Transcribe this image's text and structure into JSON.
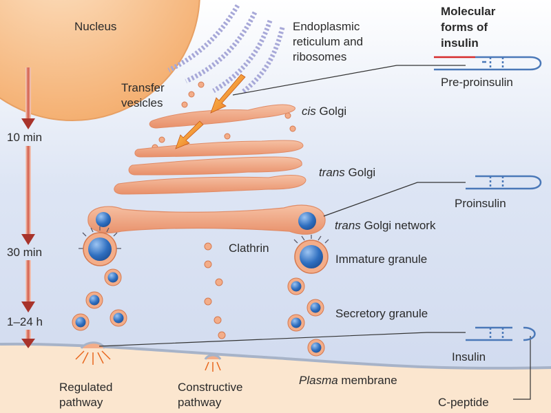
{
  "labels": {
    "nucleus": "Nucleus",
    "er_line1": "Endoplasmic",
    "er_line2": "reticulum and",
    "er_line3": "ribosomes",
    "molecular_line1": "Molecular",
    "molecular_line2": "forms of",
    "molecular_line3": "insulin",
    "transfer_line1": "Transfer",
    "transfer_line2": "vesicles",
    "cis_prefix": "cis",
    "cis_suffix": " Golgi",
    "trans_prefix": "trans",
    "trans_suffix": " Golgi",
    "tgn_prefix": "trans",
    "tgn_suffix": " Golgi network",
    "clathrin": "Clathrin",
    "immature_granule": "Immature granule",
    "secretory_granule": "Secretory granule",
    "pre_proinsulin": "Pre-proinsulin",
    "proinsulin": "Proinsulin",
    "insulin": "Insulin",
    "c_peptide": "C-peptide",
    "plasma_prefix": "Plasma",
    "plasma_suffix": " membrane",
    "regulated_line1": "Regulated",
    "regulated_line2": "pathway",
    "constructive_line1": "Constructive",
    "constructive_line2": "pathway"
  },
  "timeline": {
    "t1": "10 min",
    "t2": "30 min",
    "t3": "1–24 h"
  },
  "colors": {
    "cytoplasm": "#d4ddf0",
    "nucleus": "#f7c18e",
    "golgi": "#f0a27e",
    "granule_core": "#2f6fc0",
    "extracellular": "#fbe6cf",
    "arrow_red": "#a8332b",
    "insulin_blue": "#4a78b8",
    "signal_red": "#d62b2b"
  }
}
